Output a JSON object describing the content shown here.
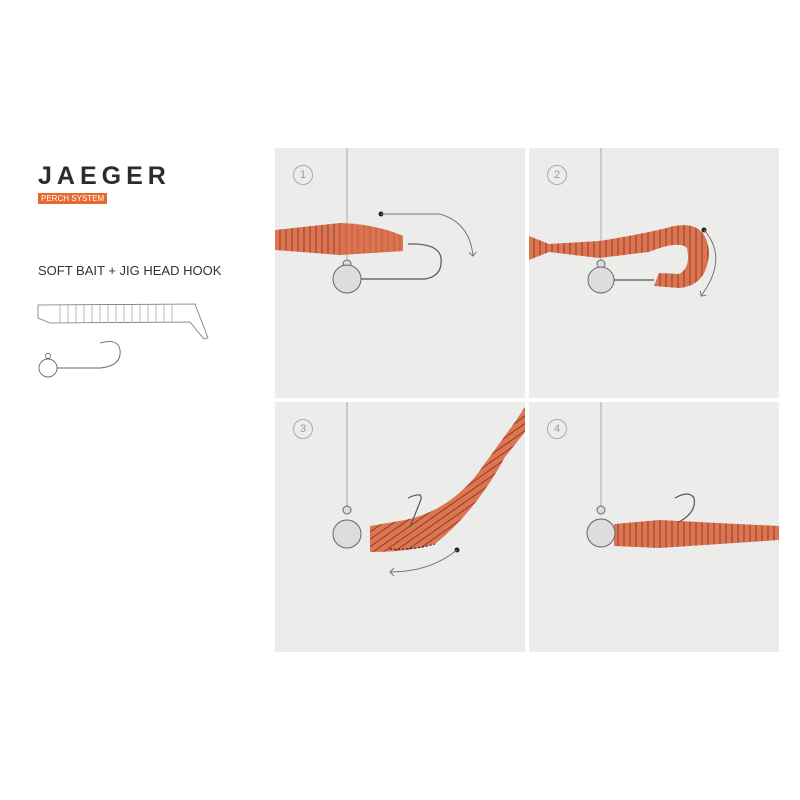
{
  "brand": {
    "name": "JAEGER",
    "badge": "PERCH SYSTEM",
    "badge_color": "#e8692e"
  },
  "subtitle": "SOFT BAIT + JIG HEAD HOOK",
  "bait_color": "#dd7452",
  "steps": [
    {
      "number": "1"
    },
    {
      "number": "2"
    },
    {
      "number": "3"
    },
    {
      "number": "4"
    }
  ]
}
